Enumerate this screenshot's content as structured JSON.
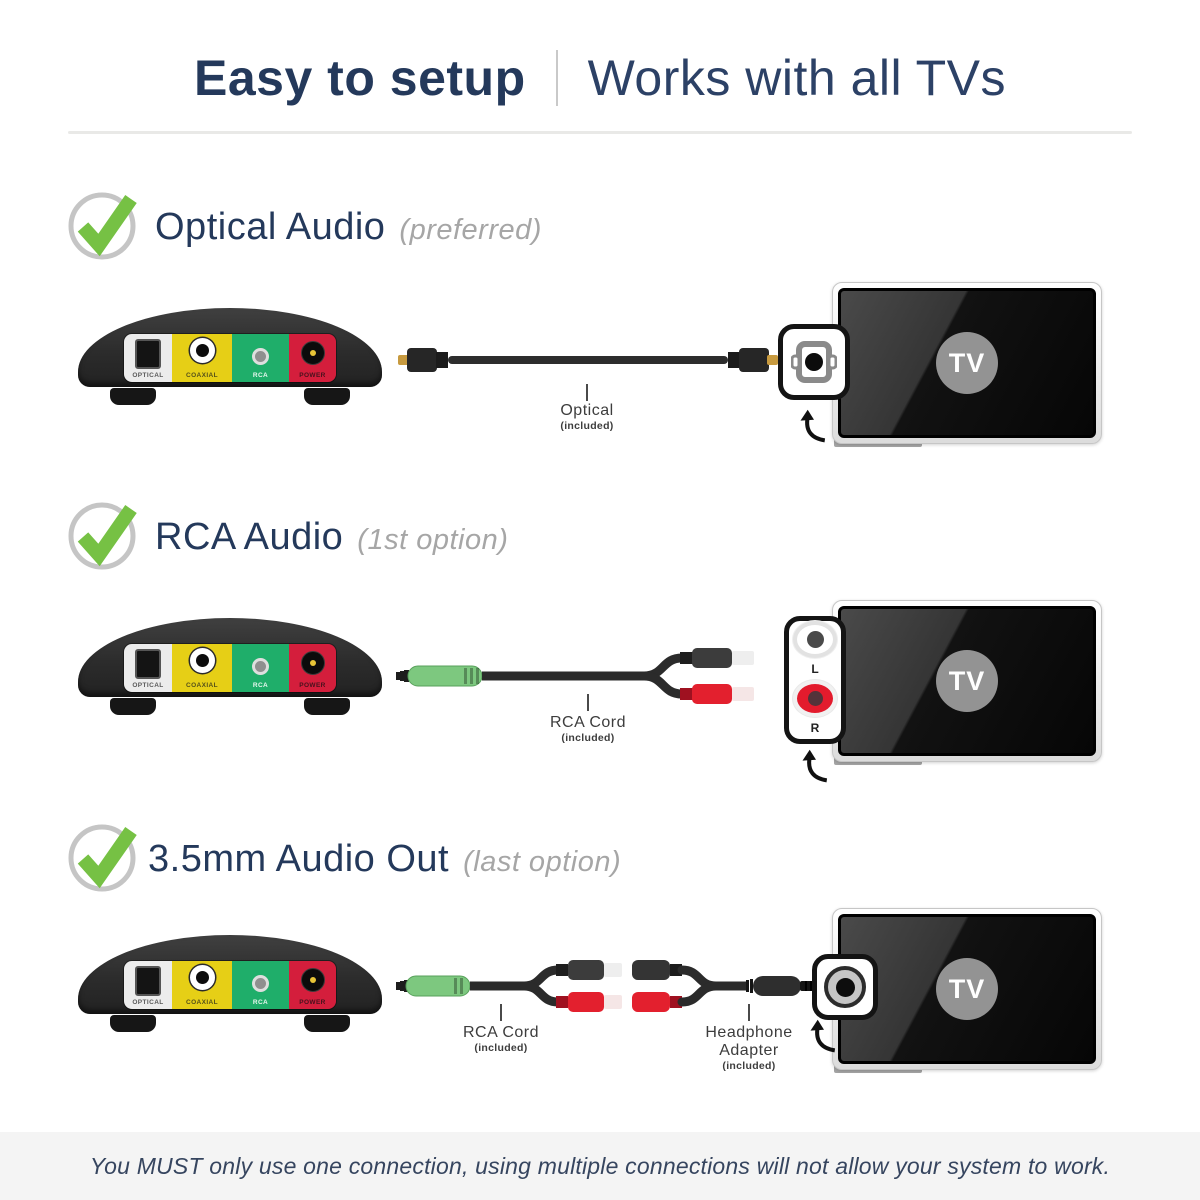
{
  "header": {
    "left": "Easy to setup",
    "right": "Works with all TVs"
  },
  "sections": [
    {
      "title": "Optical Audio",
      "subtitle": "(preferred)",
      "cable_label": {
        "text": "Optical",
        "note": "(included)"
      }
    },
    {
      "title": "RCA Audio",
      "subtitle": "(1st option)",
      "cable_label": {
        "text": "RCA Cord",
        "note": "(included)"
      }
    },
    {
      "title": "3.5mm Audio Out",
      "subtitle": "(last option)",
      "cable_label": {
        "text": "RCA Cord",
        "note": "(included)"
      },
      "adapter_label": {
        "line1": "Headphone",
        "line2": "Adapter",
        "note": "(included)"
      }
    }
  ],
  "device": {
    "ports": [
      {
        "label": "OPTICAL",
        "color": "#ececec"
      },
      {
        "label": "COAXIAL",
        "color": "#e6cf16"
      },
      {
        "label": "RCA",
        "color": "#1fae6a"
      },
      {
        "label": "POWER",
        "color": "#d41e3c"
      }
    ]
  },
  "tv": {
    "label": "TV"
  },
  "rca_callout": {
    "left": "L",
    "right": "R"
  },
  "footer": {
    "note": "You MUST only use one connection, using multiple connections will not allow your system to work."
  },
  "icons": {
    "check": "check-circle-icon",
    "arrow": "curved-arrow-icon",
    "optical": "toslink-port-icon",
    "jack35": "headphone-jack-icon"
  },
  "colors": {
    "navy": "#24395b",
    "subtitle_gray": "#a6a6a6",
    "check_green": "#76c144",
    "ring_gray": "#c5c5c5",
    "cable_black": "#2d2d2d",
    "plug_green": "#7dc87f",
    "plug_red": "#e3202e",
    "gold_tip": "#c79a3f",
    "footer_bg": "#f4f4f4"
  }
}
